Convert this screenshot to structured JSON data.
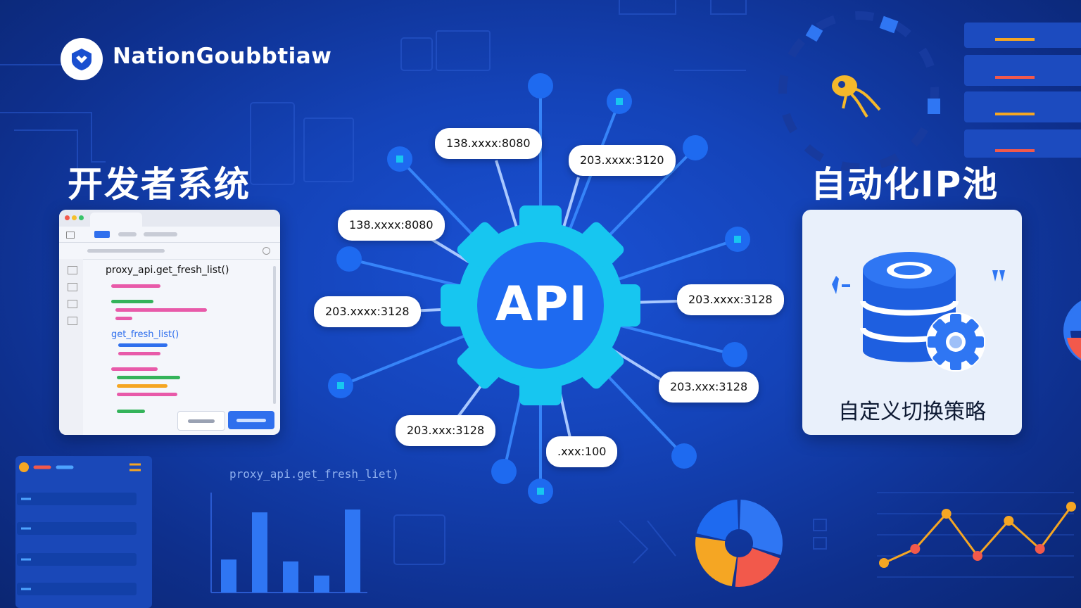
{
  "brand": {
    "name": "NationGoubbtiaw"
  },
  "sections": {
    "developer_title": "开发者系统",
    "ip_pool_title": "自动化IP池",
    "ip_pool_card_label": "自定义切换策略"
  },
  "editor": {
    "code_line": "proxy_api.get_fresh_list()",
    "code_line_2": "get_fresh_list()"
  },
  "hub": {
    "label": "API"
  },
  "nodes": [
    "138.xxxx:8080",
    "203.xxxx:3120",
    "138.xxxx:8080",
    "203.xxxx:3128",
    "203.xxxx:3128",
    "203.xxx:3128",
    "203.xxx:3128",
    ".xxx:100"
  ],
  "footer": {
    "code_caption": "proxy_api.get_fresh_liet)"
  },
  "colors": {
    "background": "#1443b8",
    "gear": "#17c6f0",
    "hub": "#1e6af0",
    "accent_orange": "#f5a623",
    "accent_red": "#f2594b",
    "bar": "#2f76f3"
  },
  "chart_data": [
    {
      "type": "bar",
      "values": [
        0.35,
        0.85,
        0.33,
        0.18,
        0.88
      ],
      "ylim": [
        0,
        1
      ]
    },
    {
      "type": "pie",
      "values": [
        30,
        22,
        26,
        22
      ]
    },
    {
      "type": "line",
      "values": [
        2,
        4,
        9,
        3,
        8,
        4,
        10
      ],
      "ylim": [
        0,
        12
      ]
    }
  ]
}
